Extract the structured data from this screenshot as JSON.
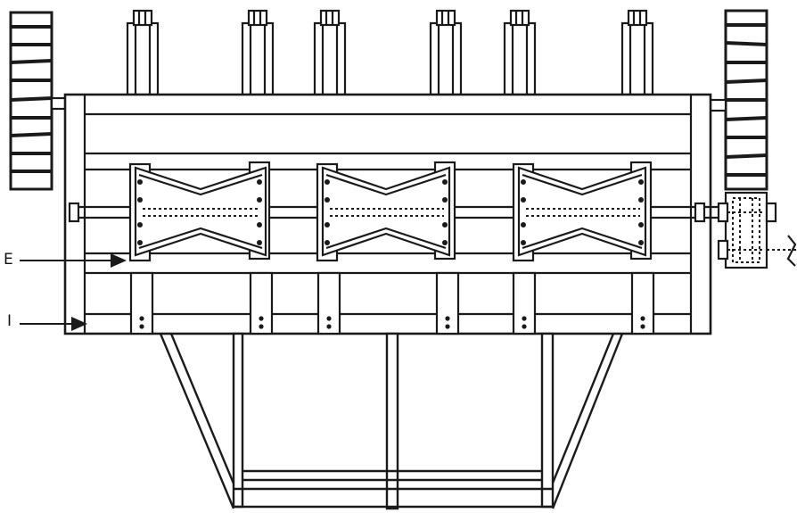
{
  "labels": {
    "e": "E",
    "i": "I"
  },
  "colors": {
    "line": "#1a1a1a",
    "background": "#ffffff"
  },
  "parts": {
    "ground_wheels": 2,
    "shanks": 6,
    "mixer_blades": 3,
    "hitch_frame": 1
  }
}
